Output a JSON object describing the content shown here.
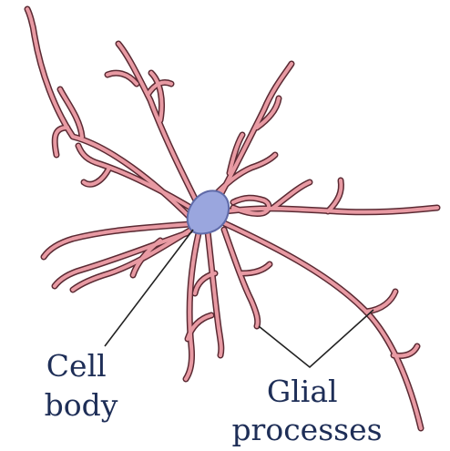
{
  "figure": {
    "cell_body_label": [
      "Cell",
      "body"
    ],
    "glial_label": [
      "Glial",
      "processes"
    ]
  },
  "colors": {
    "process_outline": "#5b2a33",
    "process_fill": "#e89aa3",
    "cell_body_fill": "#9aa6de",
    "cell_body_outline": "#5f6aa8",
    "leader_line": "#222222",
    "label_text": "#1e2e57"
  }
}
